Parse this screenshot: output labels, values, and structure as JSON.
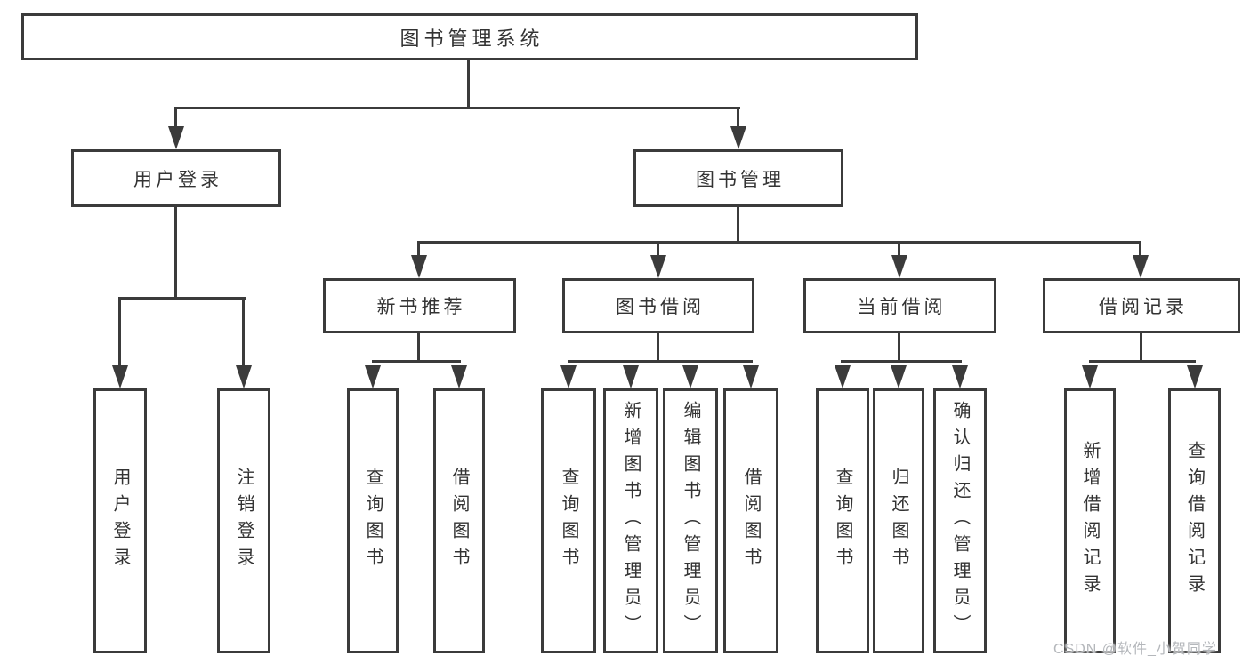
{
  "diagram": {
    "type": "tree",
    "colors": {
      "line": "#3b3b3b",
      "box_border": "#3b3b3b",
      "box_fill": "#ffffff",
      "text": "#333333",
      "watermark": "#b4b7bb"
    },
    "tree": {
      "label": "图书管理系统",
      "children": [
        {
          "label": "用户登录",
          "children": [
            {
              "label": "用户登录"
            },
            {
              "label": "注销登录"
            }
          ]
        },
        {
          "label": "图书管理",
          "children": [
            {
              "label": "新书推荐",
              "children": [
                {
                  "label": "查询图书"
                },
                {
                  "label": "借阅图书"
                }
              ]
            },
            {
              "label": "图书借阅",
              "children": [
                {
                  "label": "查询图书"
                },
                {
                  "label": "新增图书（管理员）"
                },
                {
                  "label": "编辑图书（管理员）"
                },
                {
                  "label": "借阅图书"
                }
              ]
            },
            {
              "label": "当前借阅",
              "children": [
                {
                  "label": "查询图书"
                },
                {
                  "label": "归还图书"
                },
                {
                  "label": "确认归还（管理员）"
                }
              ]
            },
            {
              "label": "借阅记录",
              "children": [
                {
                  "label": "新增借阅记录"
                },
                {
                  "label": "查询借阅记录"
                }
              ]
            }
          ]
        }
      ]
    },
    "watermark": "CSDN @软件_小贺同学"
  }
}
